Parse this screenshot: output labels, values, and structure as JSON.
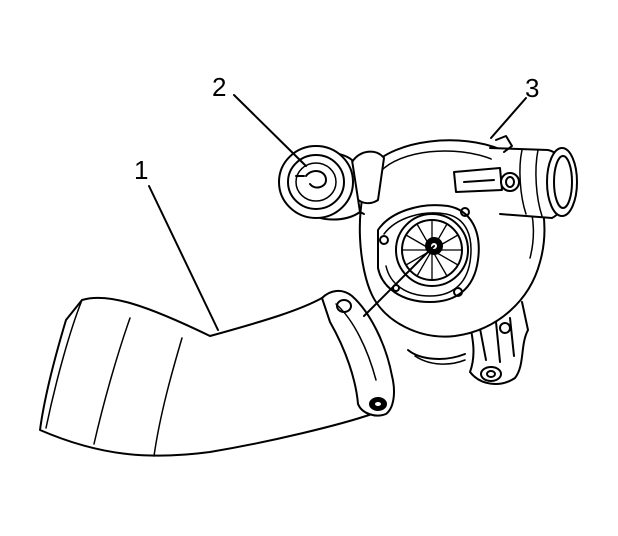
{
  "callouts": [
    {
      "label": "1",
      "icon": "intake-duct-icon"
    },
    {
      "label": "2",
      "icon": "wastegate-actuator-icon"
    },
    {
      "label": "3",
      "icon": "turbocharger-icon"
    }
  ],
  "colors": {
    "line": "#000000",
    "background": "#ffffff"
  }
}
